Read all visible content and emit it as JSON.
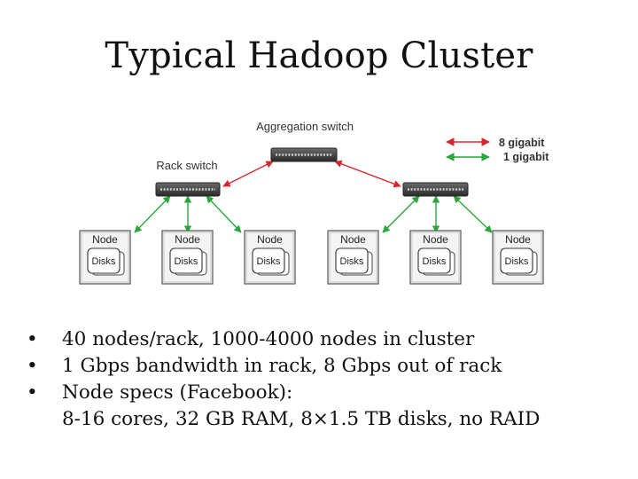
{
  "title": "Typical Hadoop Cluster",
  "diagram": {
    "aggregation_label": "Aggregation switch",
    "rack_label": "Rack switch",
    "legend": [
      {
        "label": "8 gigabit",
        "color": "#d8262b"
      },
      {
        "label": "1 gigabit",
        "color": "#2aa63a"
      }
    ],
    "node_label": "Node",
    "disks_label": "Disks",
    "colors": {
      "link_8g": "#d8262b",
      "link_1g": "#2aa63a",
      "switch": "#3a3a3a"
    }
  },
  "bullets": [
    {
      "text": "40 nodes/rack, 1000-4000 nodes in cluster"
    },
    {
      "text": "1 Gbps bandwidth in rack, 8 Gbps out of rack"
    },
    {
      "text": "Node specs (Facebook):",
      "sub": "8-16 cores, 32 GB RAM, 8×1.5 TB disks, no RAID"
    }
  ]
}
